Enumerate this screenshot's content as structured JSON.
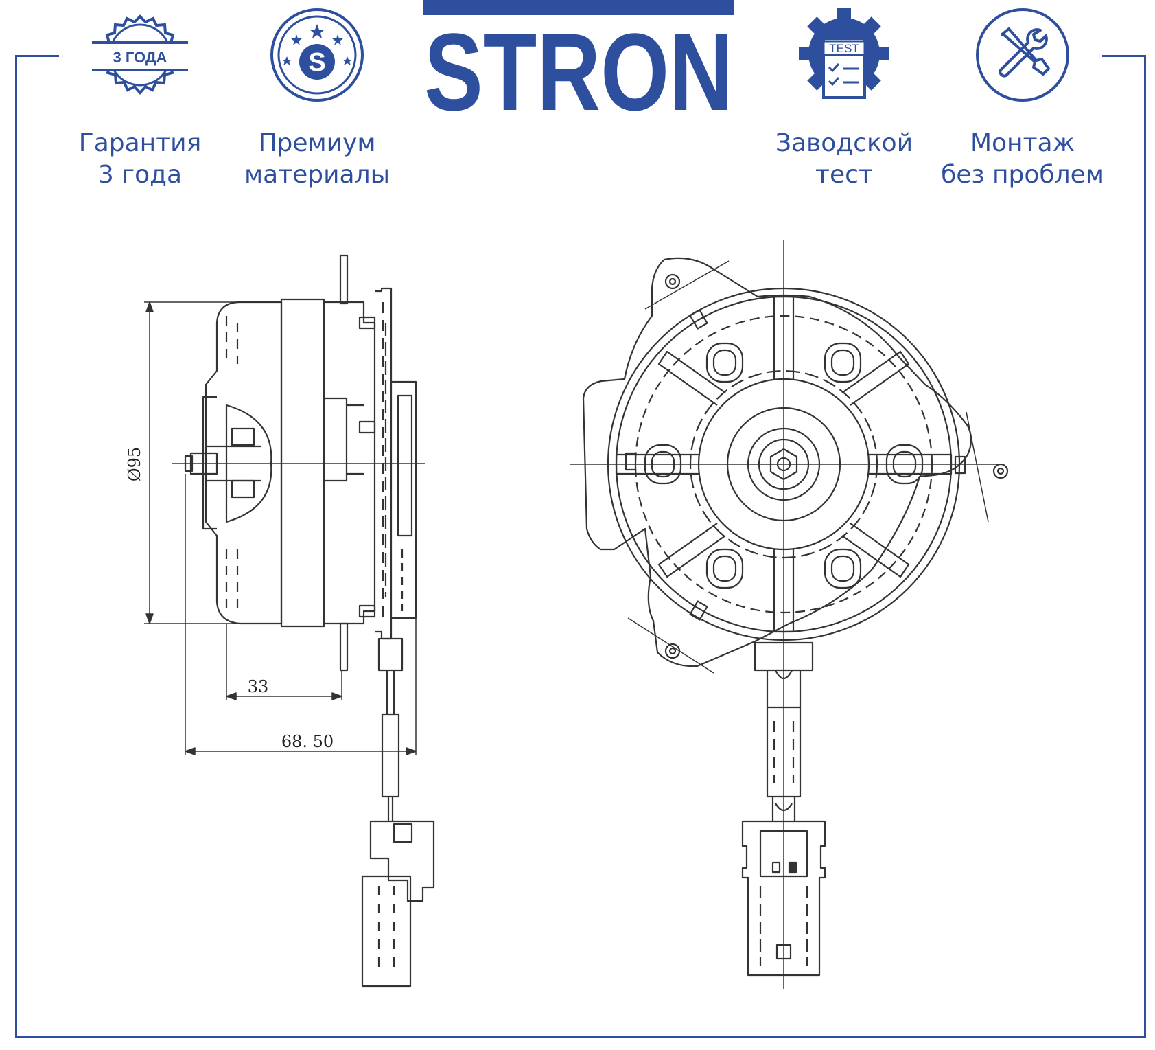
{
  "brand": {
    "name": "STRON",
    "color": "#2e4f9e"
  },
  "features": [
    {
      "id": "warranty",
      "icon": "warranty-badge-icon",
      "badge": "3 ГОДА",
      "line1": "Гарантия",
      "line2": "3 года"
    },
    {
      "id": "premium",
      "icon": "premium-s-icon",
      "badge": "S",
      "line1": "Премиум",
      "line2": "материалы"
    },
    {
      "id": "test",
      "icon": "factory-test-gear-icon",
      "badge": "TEST",
      "line1": "Заводской",
      "line2": "тест"
    },
    {
      "id": "mounting",
      "icon": "tools-icon",
      "line1": "Монтаж",
      "line2": "без проблем"
    }
  ],
  "drawing": {
    "dimensions": {
      "diameter": "Ø95",
      "depth": "33",
      "length": "68. 50"
    }
  }
}
